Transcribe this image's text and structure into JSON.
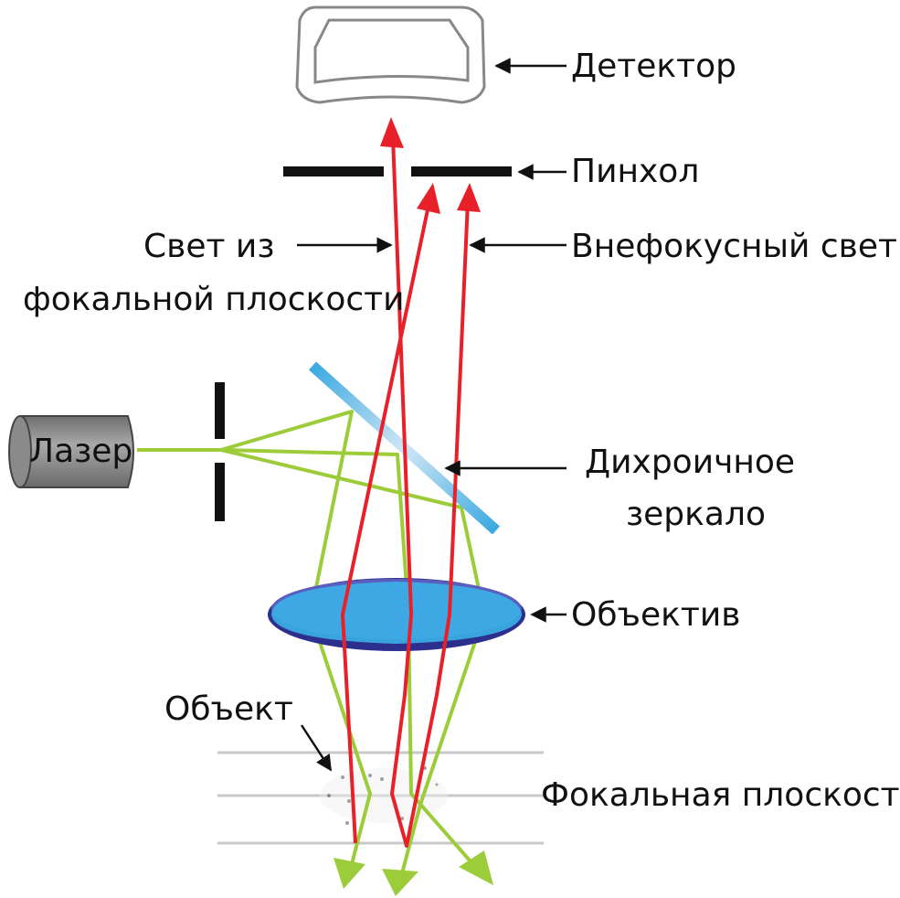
{
  "labels": {
    "detector": "Детектор",
    "pinhole": "Пинхол",
    "focal_light_line1": "Свет из",
    "focal_light_line2": "фокальной плоскости",
    "out_of_focus": "Внефокусный свет",
    "laser": "Лазер",
    "dichroic_line1": "Дихроичное",
    "dichroic_line2": "зеркало",
    "objective": "Объектив",
    "object": "Объект",
    "focal_plane": "Фокальная плоскость"
  },
  "colors": {
    "emission": "#e8202a",
    "excitation": "#9dcc3a",
    "lens": "#3bb0e8",
    "lens_rim": "#2d2f8f",
    "mirror": "#3aa9e0",
    "laser_body": "#8a8a8a"
  }
}
